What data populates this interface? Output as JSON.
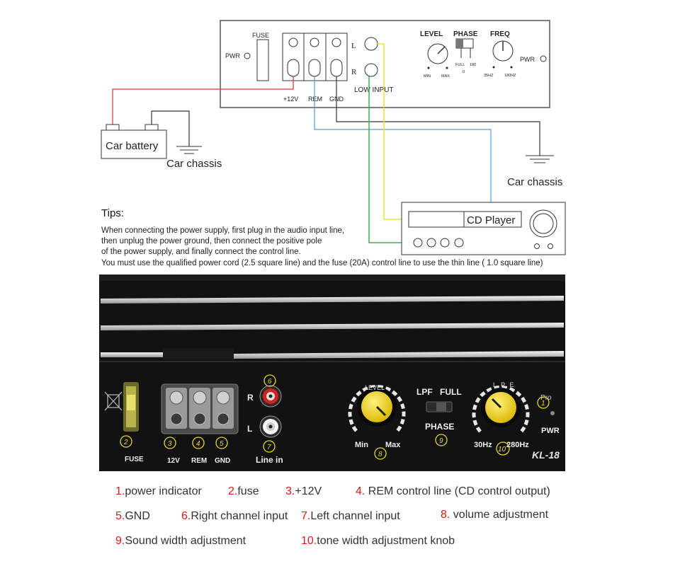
{
  "schematic": {
    "amp_labels": {
      "fuse": "FUSE",
      "pwr_left": "PWR",
      "pwr_right": "PWR",
      "l": "L",
      "r": "R",
      "plus12v": "+12V",
      "rem": "REM",
      "gnd": "GND",
      "low_input": "LOW INPUT",
      "level": "LEVEL",
      "phase": "PHASE",
      "freq": "FREQ",
      "min": "MIN",
      "max": "MAX",
      "full": "FULL",
      "one80": "180",
      "zero": "0",
      "hz35": "35HZ",
      "hz180": "180HZ"
    },
    "car_battery": "Car battery",
    "car_chassis_left": "Car chassis",
    "car_chassis_right": "Car chassis",
    "cd_player": "CD Player",
    "wire_colors": {
      "power": "#d9343a",
      "ground": "#333333",
      "rem": "#4a9fd8",
      "left": "#e8e23a",
      "right": "#3bb54a"
    }
  },
  "tips": {
    "title": "Tips:",
    "lines": [
      "When connecting the power supply, first plug in the audio input line,",
      " then unplug the power ground, then connect the positive pole",
      " of the power supply, and finally connect the control line.",
      "You must use the qualified power cord (2.5 square line) and the fuse (20A) control line to use the thin line ( 1.0 square line)"
    ]
  },
  "panel": {
    "labels": {
      "fuse": "FUSE",
      "v12": "12V",
      "rem": "REM",
      "gnd": "GND",
      "r": "R",
      "l": "L",
      "line_in": "Line in",
      "level": "LEVEL",
      "min": "Min",
      "max": "Max",
      "lpf": "LPF",
      "full": "FULL",
      "phase": "PHASE",
      "lpe": "L P E",
      "hz30": "30Hz",
      "hz280": "280Hz",
      "pro": "Pro",
      "pwr": "PWR",
      "model": "KL-18"
    },
    "markers": [
      "1",
      "2",
      "3",
      "4",
      "5",
      "6",
      "7",
      "8",
      "9",
      "10"
    ],
    "knob_color": "#f0d31e",
    "marker_color": "#e8d31e"
  },
  "legend": [
    {
      "num": "1.",
      "text": "power indicator"
    },
    {
      "num": "2.",
      "text": "fuse"
    },
    {
      "num": "3.",
      "text": "+12V"
    },
    {
      "num": "4.",
      "text": " REM control line (CD control output)"
    },
    {
      "num": "5.",
      "text": "GND"
    },
    {
      "num": "6.",
      "text": "Right channel input"
    },
    {
      "num": "7.",
      "text": "Left channel input"
    },
    {
      "num": "8.",
      "text": " volume adjustment"
    },
    {
      "num": "9.",
      "text": "Sound width adjustment"
    },
    {
      "num": "10.",
      "text": "tone width adjustment knob"
    }
  ]
}
